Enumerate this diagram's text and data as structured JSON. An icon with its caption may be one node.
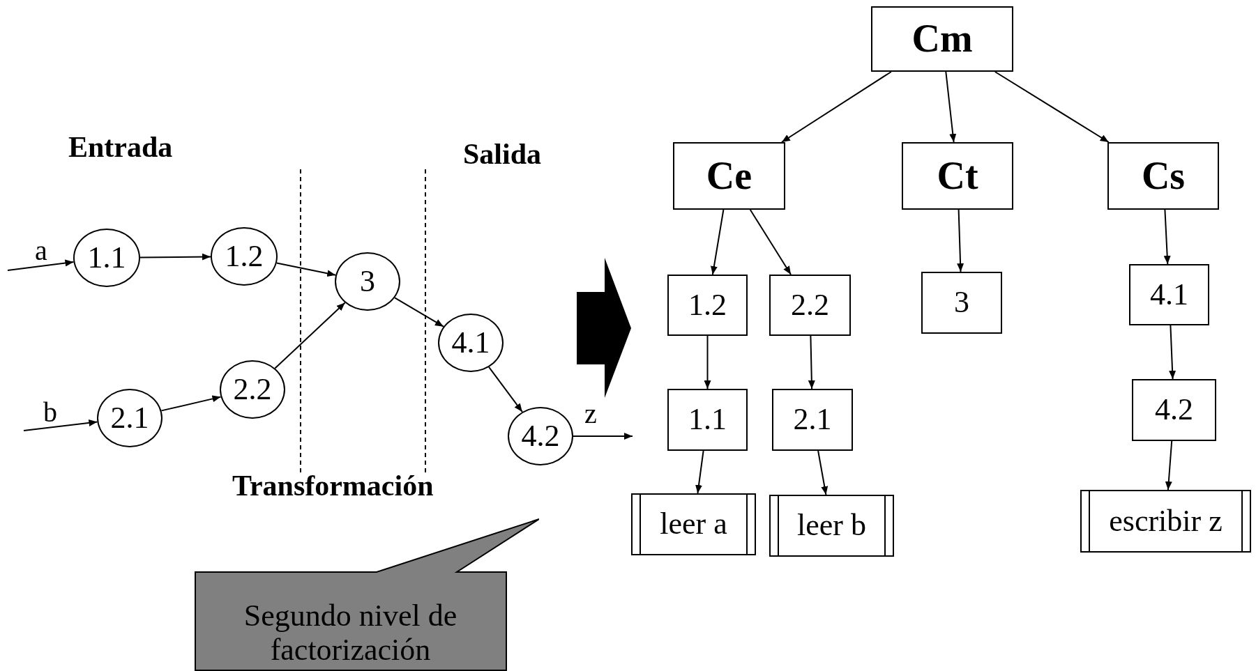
{
  "diagram": {
    "nodes": [
      {
        "text": [
          "1.1"
        ]
      },
      {
        "text": [
          "1.2"
        ]
      },
      {
        "text": [
          "3"
        ]
      },
      {
        "text": [
          "4.1"
        ]
      },
      {
        "text": [
          "2.1"
        ]
      },
      {
        "text": [
          "2.2"
        ]
      },
      {
        "text": [
          "4.2"
        ]
      },
      {
        "text": [
          "Segundo nivel de factorización"
        ]
      },
      {
        "text": [
          "Cm"
        ]
      },
      {
        "text": [
          "Ce"
        ]
      },
      {
        "text": [
          "Ct"
        ]
      },
      {
        "text": [
          "Cs"
        ]
      },
      {
        "text": [
          "1.2"
        ]
      },
      {
        "text": [
          "2.2"
        ]
      },
      {
        "text": [
          "3"
        ]
      },
      {
        "text": [
          "4.1"
        ]
      },
      {
        "text": [
          "1.1"
        ]
      },
      {
        "text": [
          "2.1"
        ]
      },
      {
        "text": [
          "4.2"
        ]
      },
      {
        "text": [
          "leer a"
        ]
      },
      {
        "text": [
          "leer b"
        ]
      },
      {
        "text": [
          "escribir z"
        ]
      }
    ],
    "edges": [
      {
        "from": null,
        "to": 0,
        "arrow": "to",
        "label": "a"
      },
      {
        "from": null,
        "to": 4,
        "arrow": "to",
        "label": "b"
      },
      {
        "from": 0,
        "to": 1,
        "arrow": "to"
      },
      {
        "from": 1,
        "to": 2,
        "arrow": "to"
      },
      {
        "from": 4,
        "to": 5,
        "arrow": "to"
      },
      {
        "from": 5,
        "to": 2,
        "arrow": "to"
      },
      {
        "from": 2,
        "to": 3,
        "arrow": "to"
      },
      {
        "from": 3,
        "to": 6,
        "arrow": "to"
      },
      {
        "from": 6,
        "to": null,
        "arrow": "to",
        "label": "z"
      },
      {
        "from": 8,
        "to": 9,
        "arrow": "to"
      },
      {
        "from": 8,
        "to": 10,
        "arrow": "to"
      },
      {
        "from": 8,
        "to": 11,
        "arrow": "to"
      },
      {
        "from": 9,
        "to": 12,
        "arrow": "to"
      },
      {
        "from": 9,
        "to": 13,
        "arrow": "to"
      },
      {
        "from": 10,
        "to": 14,
        "arrow": "to"
      },
      {
        "from": 11,
        "to": 15,
        "arrow": "to"
      },
      {
        "from": 12,
        "to": 16,
        "arrow": "to"
      },
      {
        "from": 13,
        "to": 17,
        "arrow": "to"
      },
      {
        "from": 15,
        "to": 18,
        "arrow": "to"
      },
      {
        "from": 16,
        "to": 19,
        "arrow": "to"
      },
      {
        "from": 17,
        "to": 20,
        "arrow": "to"
      },
      {
        "from": 18,
        "to": 21,
        "arrow": "to"
      }
    ],
    "labels": [
      "Entrada",
      "Salida",
      "Transformación"
    ]
  }
}
